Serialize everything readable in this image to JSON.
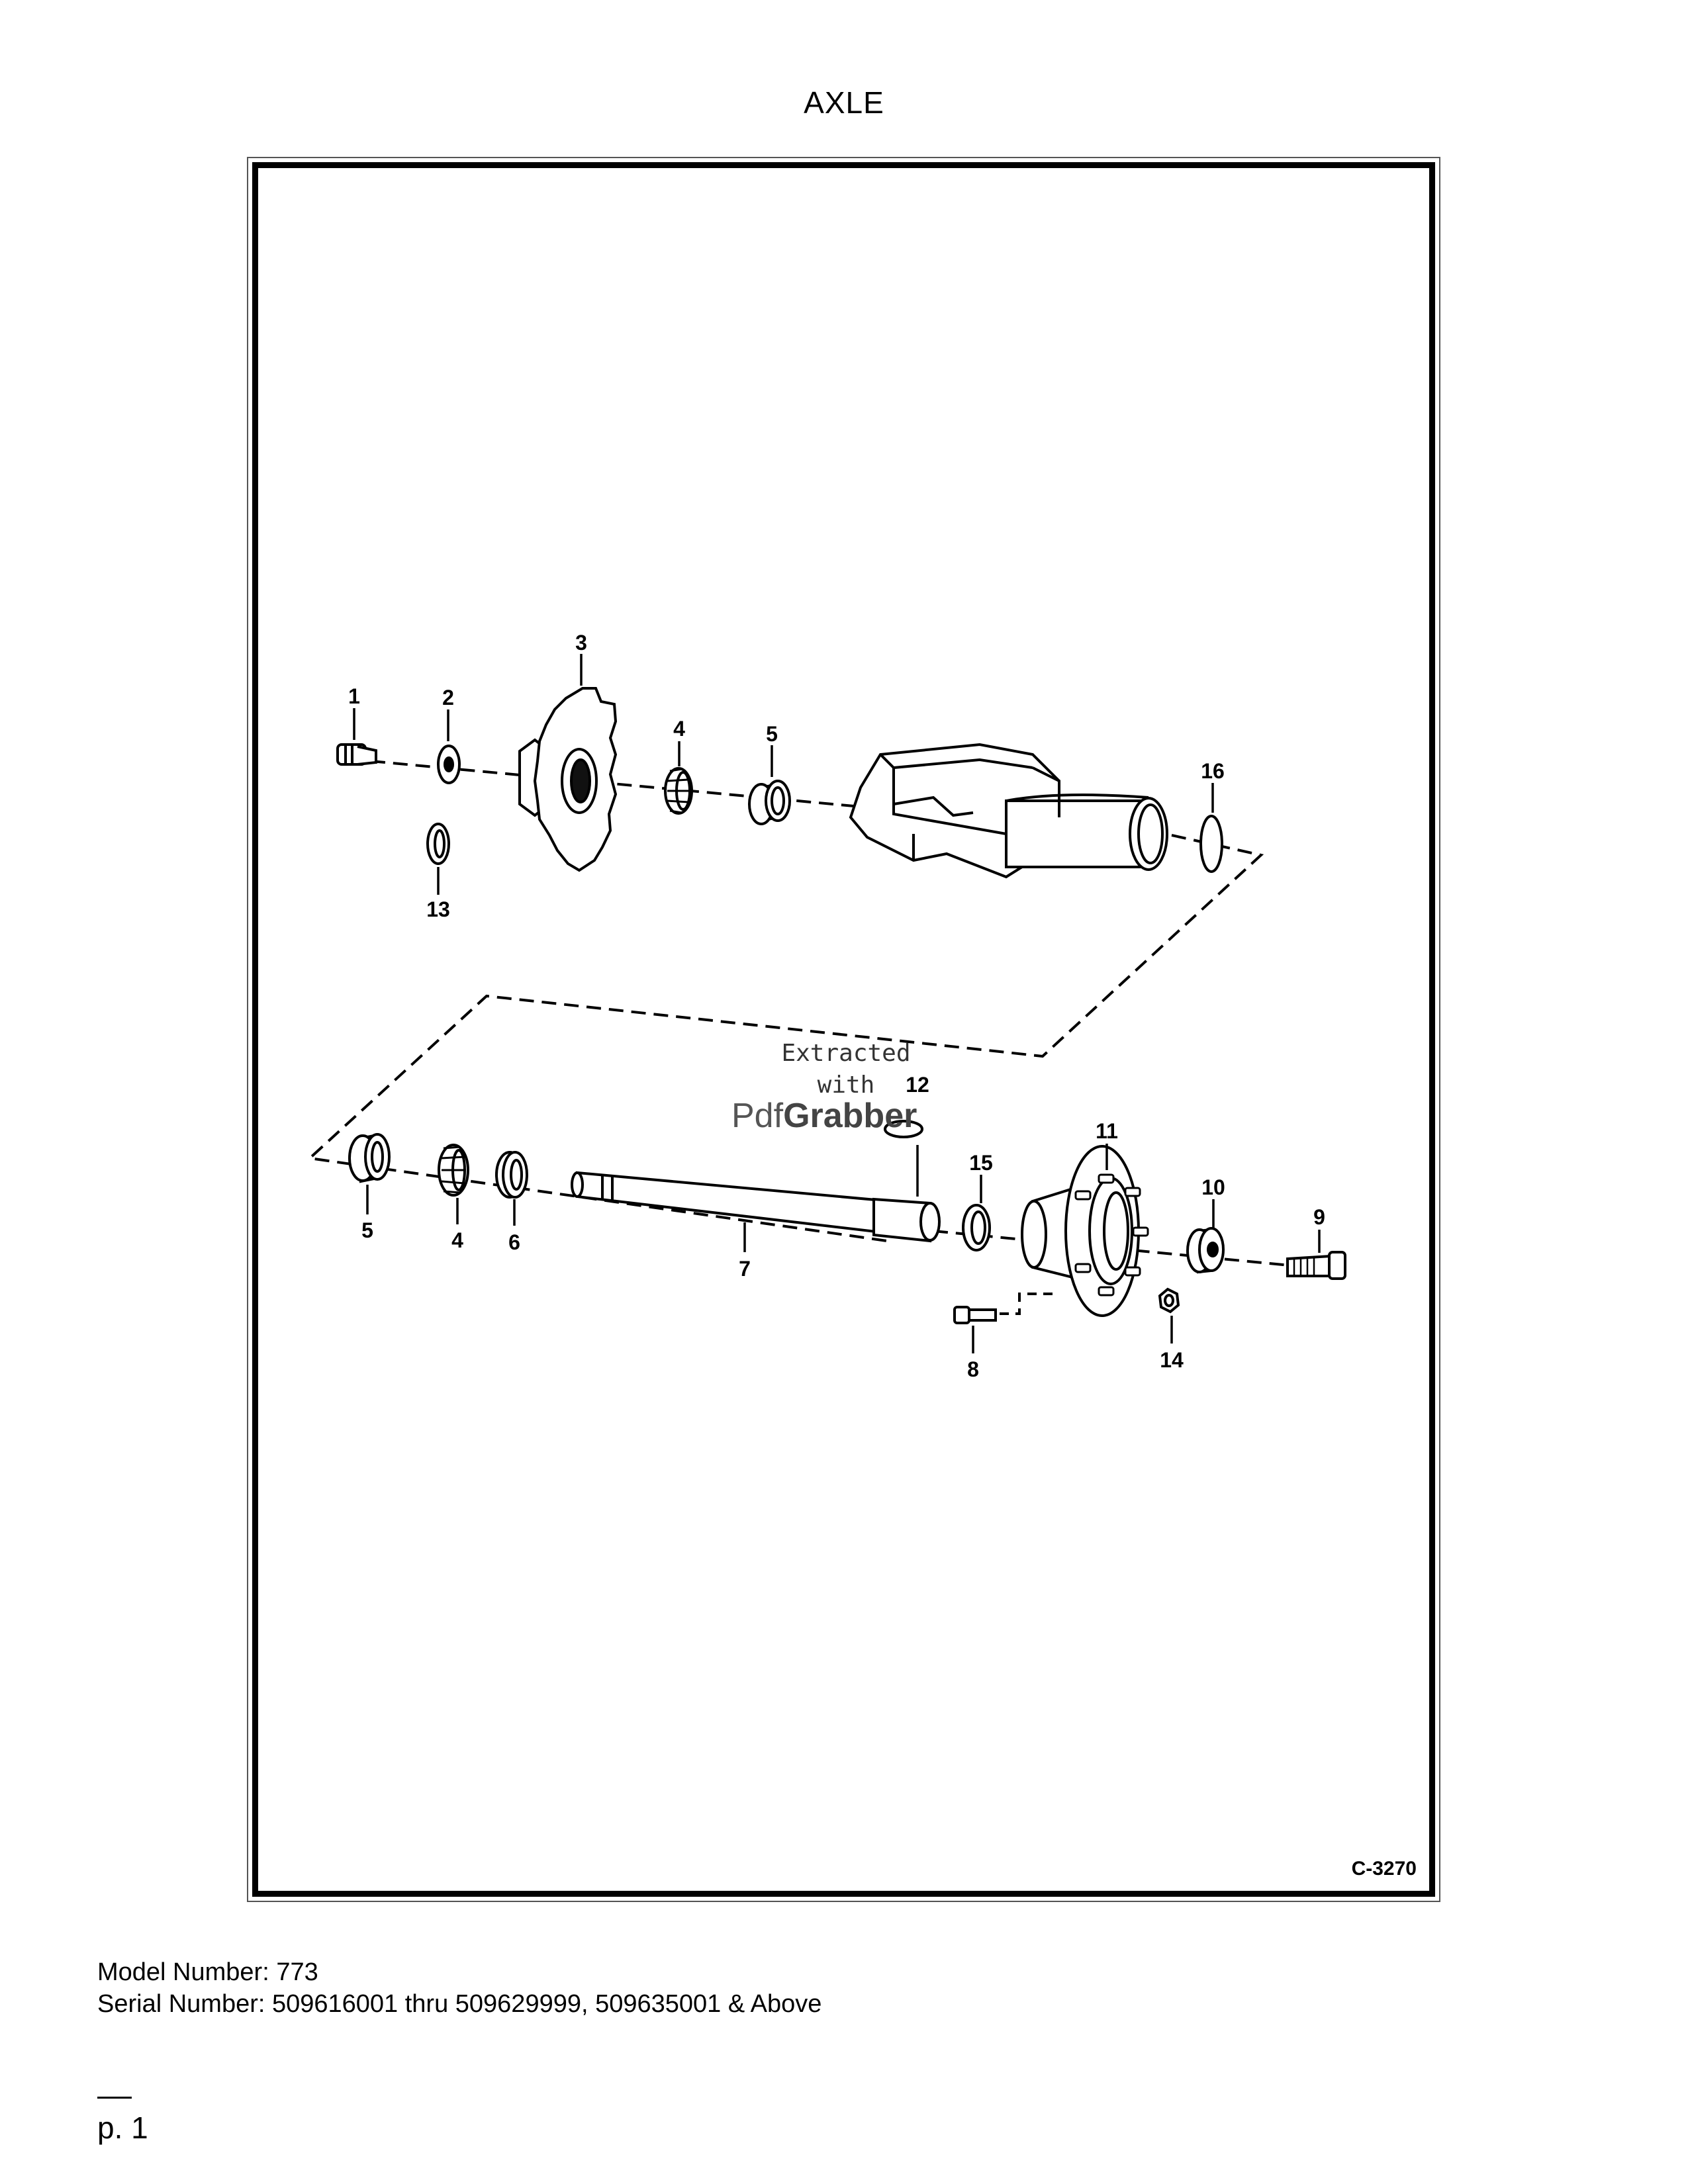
{
  "page": {
    "title": "AXLE"
  },
  "figure": {
    "code": "C-3270",
    "callouts": [
      "1",
      "2",
      "3",
      "4",
      "5",
      "16",
      "13",
      "11",
      "15",
      "10",
      "9",
      "5",
      "4",
      "6",
      "7",
      "8",
      "14",
      "12"
    ],
    "watermark": {
      "line1": "Extracted",
      "line2": "with",
      "brand_a": "Pdf",
      "brand_b": "Grabber"
    }
  },
  "footer": {
    "model": "Model Number: 773",
    "serial": "Serial Number: 509616001 thru 509629999, 509635001 & Above",
    "page": "p. 1"
  }
}
